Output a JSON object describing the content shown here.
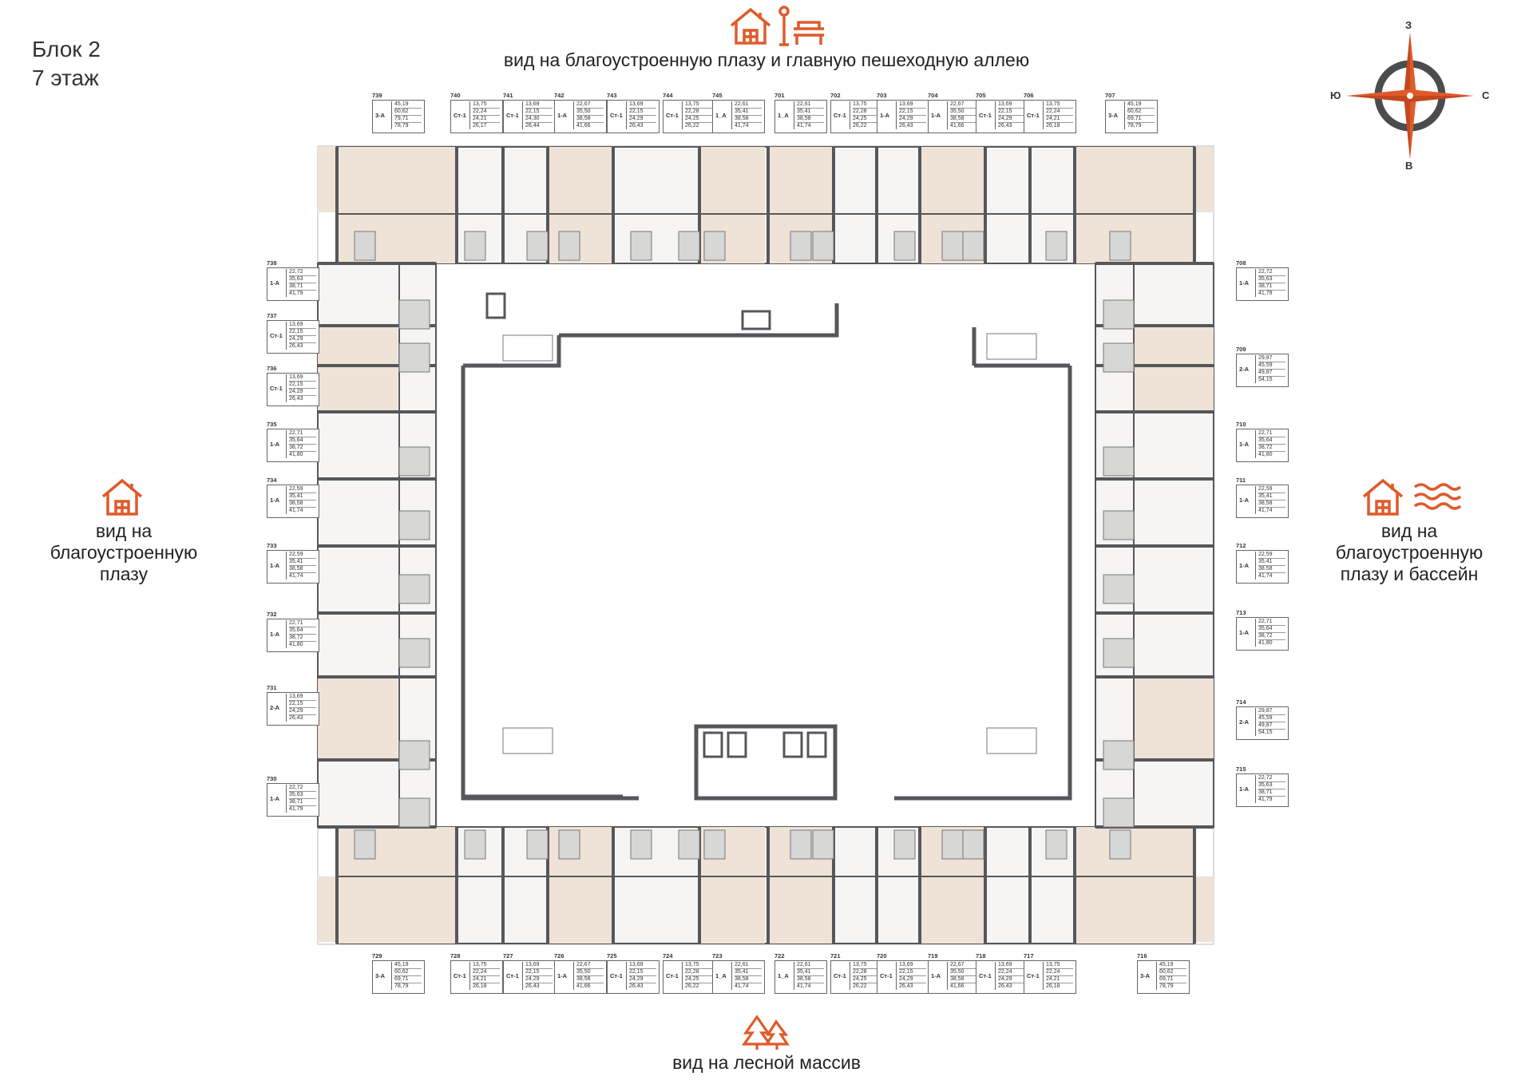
{
  "header": {
    "block": "Блок 2",
    "floor": "7 этаж"
  },
  "views": {
    "top": "вид на благоустроенную плазу и главную пешеходную аллею",
    "bottom": "вид на лесной массив",
    "left": [
      "вид на",
      "благоустроенную",
      "плазу"
    ],
    "right": [
      "вид на",
      "благоустроенную",
      "плазу и бассейн"
    ]
  },
  "icons": {
    "top": [
      "house-icon",
      "bench-lamp-icon"
    ],
    "bottom": [
      "forest-icon"
    ],
    "left": [
      "house-icon"
    ],
    "right": [
      "house-icon",
      "waves-icon"
    ]
  },
  "compass": {
    "north": "З",
    "south": "В",
    "west": "Ю",
    "east": "С"
  },
  "colors": {
    "accent": "#E05A2B",
    "wall": "#55575a",
    "highlight": "#efe2d6",
    "gray_room": "#f2f2f0"
  },
  "apartments": {
    "top": [
      {
        "num": "739",
        "type": "3-А",
        "vals": [
          "45,19",
          "60,62",
          "79,71",
          "78,79"
        ]
      },
      {
        "num": "740",
        "type": "Ст-1",
        "vals": [
          "13,75",
          "22,24",
          "24,21",
          "26,17"
        ]
      },
      {
        "num": "741",
        "type": "Ст-1",
        "vals": [
          "13,69",
          "22,15",
          "24,30",
          "26,44"
        ]
      },
      {
        "num": "742",
        "type": "1-А",
        "vals": [
          "22,67",
          "35,50",
          "38,58",
          "41,66"
        ]
      },
      {
        "num": "743",
        "type": "Ст-1",
        "vals": [
          "13,69",
          "22,15",
          "24,29",
          "26,43"
        ]
      },
      {
        "num": "744",
        "type": "Ст-1",
        "vals": [
          "13,75",
          "22,28",
          "24,25",
          "26,22"
        ]
      },
      {
        "num": "745",
        "type": "1_А",
        "vals": [
          "22,61",
          "35,41",
          "38,58",
          "41,74"
        ]
      },
      {
        "num": "701",
        "type": "1_А",
        "vals": [
          "22,61",
          "35,41",
          "38,58",
          "41,74"
        ]
      },
      {
        "num": "702",
        "type": "Ст-1",
        "vals": [
          "13,75",
          "22,28",
          "24,25",
          "26,22"
        ]
      },
      {
        "num": "703",
        "type": "1-А",
        "vals": [
          "13,69",
          "22,15",
          "24,29",
          "26,43"
        ]
      },
      {
        "num": "704",
        "type": "1-А",
        "vals": [
          "22,67",
          "35,50",
          "38,58",
          "41,66"
        ]
      },
      {
        "num": "705",
        "type": "Ст-1",
        "vals": [
          "13,69",
          "22,15",
          "24,29",
          "26,43"
        ]
      },
      {
        "num": "706",
        "type": "Ст-1",
        "vals": [
          "13,75",
          "22,24",
          "24,21",
          "26,18"
        ]
      },
      {
        "num": "707",
        "type": "3-А",
        "vals": [
          "45,19",
          "60,62",
          "69,71",
          "78,79"
        ]
      }
    ],
    "bottom": [
      {
        "num": "729",
        "type": "3-А",
        "vals": [
          "45,19",
          "60,62",
          "69,71",
          "78,79"
        ]
      },
      {
        "num": "728",
        "type": "Ст-1",
        "vals": [
          "13,75",
          "22,24",
          "24,21",
          "26,18"
        ]
      },
      {
        "num": "727",
        "type": "Ст-1",
        "vals": [
          "13,69",
          "22,15",
          "24,29",
          "26,43"
        ]
      },
      {
        "num": "726",
        "type": "1-А",
        "vals": [
          "22,67",
          "35,50",
          "38,58",
          "41,66"
        ]
      },
      {
        "num": "725",
        "type": "Ст-1",
        "vals": [
          "13,69",
          "22,15",
          "24,29",
          "26,43"
        ]
      },
      {
        "num": "724",
        "type": "Ст-1",
        "vals": [
          "13,75",
          "22,28",
          "24,25",
          "26,22"
        ]
      },
      {
        "num": "723",
        "type": "1_А",
        "vals": [
          "22,61",
          "35,41",
          "38,58",
          "41,74"
        ]
      },
      {
        "num": "722",
        "type": "1_А",
        "vals": [
          "22,61",
          "35,41",
          "38,58",
          "41,74"
        ]
      },
      {
        "num": "721",
        "type": "Ст-1",
        "vals": [
          "13,75",
          "22,28",
          "24,25",
          "26,22"
        ]
      },
      {
        "num": "720",
        "type": "Ст-1",
        "vals": [
          "13,69",
          "22,15",
          "24,29",
          "26,43"
        ]
      },
      {
        "num": "719",
        "type": "1-А",
        "vals": [
          "22,67",
          "35,50",
          "38,58",
          "41,66"
        ]
      },
      {
        "num": "718",
        "type": "Ст-1",
        "vals": [
          "13,69",
          "22,24",
          "24,29",
          "26,43"
        ]
      },
      {
        "num": "717",
        "type": "Ст-1",
        "vals": [
          "13,75",
          "22,24",
          "24,21",
          "26,18"
        ]
      },
      {
        "num": "716",
        "type": "3-А",
        "vals": [
          "45,19",
          "60,62",
          "69,71",
          "78,79"
        ]
      }
    ],
    "left": [
      {
        "num": "738",
        "type": "1-А",
        "vals": [
          "22,72",
          "35,63",
          "38,71",
          "41,79"
        ]
      },
      {
        "num": "737",
        "type": "Ст-1",
        "vals": [
          "13,69",
          "22,15",
          "24,29",
          "26,43"
        ]
      },
      {
        "num": "736",
        "type": "Ст-1",
        "vals": [
          "13,69",
          "22,15",
          "24,29",
          "26,43"
        ]
      },
      {
        "num": "735",
        "type": "1-А",
        "vals": [
          "22,71",
          "35,64",
          "38,72",
          "41,80"
        ]
      },
      {
        "num": "734",
        "type": "1-А",
        "vals": [
          "22,59",
          "35,41",
          "38,58",
          "41,74"
        ]
      },
      {
        "num": "733",
        "type": "1-А",
        "vals": [
          "22,59",
          "35,41",
          "38,58",
          "41,74"
        ]
      },
      {
        "num": "732",
        "type": "1-А",
        "vals": [
          "22,71",
          "35,64",
          "38,72",
          "41,80"
        ]
      },
      {
        "num": "731",
        "type": "2-А",
        "vals": [
          "13,69",
          "22,15",
          "24,29",
          "26,43"
        ]
      },
      {
        "num": "730",
        "type": "1-А",
        "vals": [
          "22,72",
          "35,63",
          "38,71",
          "41,79"
        ]
      }
    ],
    "right": [
      {
        "num": "708",
        "type": "1-А",
        "vals": [
          "22,72",
          "35,63",
          "38,71",
          "41,79"
        ]
      },
      {
        "num": "709",
        "type": "2-А",
        "vals": [
          "29,87",
          "45,59",
          "49,87",
          "54,15"
        ]
      },
      {
        "num": "710",
        "type": "1-А",
        "vals": [
          "22,71",
          "35,64",
          "38,72",
          "41,80"
        ]
      },
      {
        "num": "711",
        "type": "1-А",
        "vals": [
          "22,59",
          "35,41",
          "38,58",
          "41,74"
        ]
      },
      {
        "num": "712",
        "type": "1-А",
        "vals": [
          "22,59",
          "35,41",
          "38,58",
          "41,74"
        ]
      },
      {
        "num": "713",
        "type": "1-А",
        "vals": [
          "22,71",
          "35,64",
          "38,72",
          "41,80"
        ]
      },
      {
        "num": "714",
        "type": "2-А",
        "vals": [
          "29,87",
          "45,59",
          "49,87",
          "54,15"
        ]
      },
      {
        "num": "715",
        "type": "1-А",
        "vals": [
          "22,72",
          "35,63",
          "38,71",
          "41,79"
        ]
      }
    ]
  }
}
